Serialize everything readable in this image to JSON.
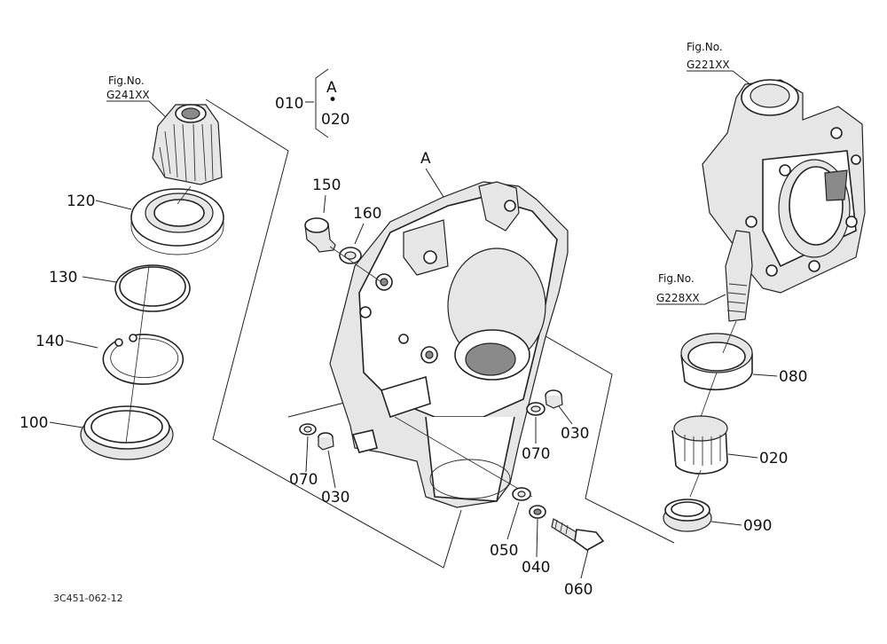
{
  "fig_refs": {
    "gear": {
      "label": "Fig.No.",
      "number": "G241XX"
    },
    "upper_right": {
      "label": "Fig.No.",
      "number": "G221XX"
    },
    "shaft": {
      "label": "Fig.No.",
      "number": "G228XX"
    }
  },
  "group_note": {
    "left": "010",
    "letter": "A",
    "dot": "•",
    "bottom": "020"
  },
  "assembly_marker": "A",
  "parts": {
    "p150": "150",
    "p160": "160",
    "p120": "120",
    "p130": "130",
    "p140": "140",
    "p100": "100",
    "p070a": "070",
    "p030a": "030",
    "p070b": "070",
    "p030b": "030",
    "p050": "050",
    "p040": "040",
    "p060": "060",
    "p080": "080",
    "p020": "020",
    "p090": "090"
  },
  "drawing_code": "3C451-062-12"
}
